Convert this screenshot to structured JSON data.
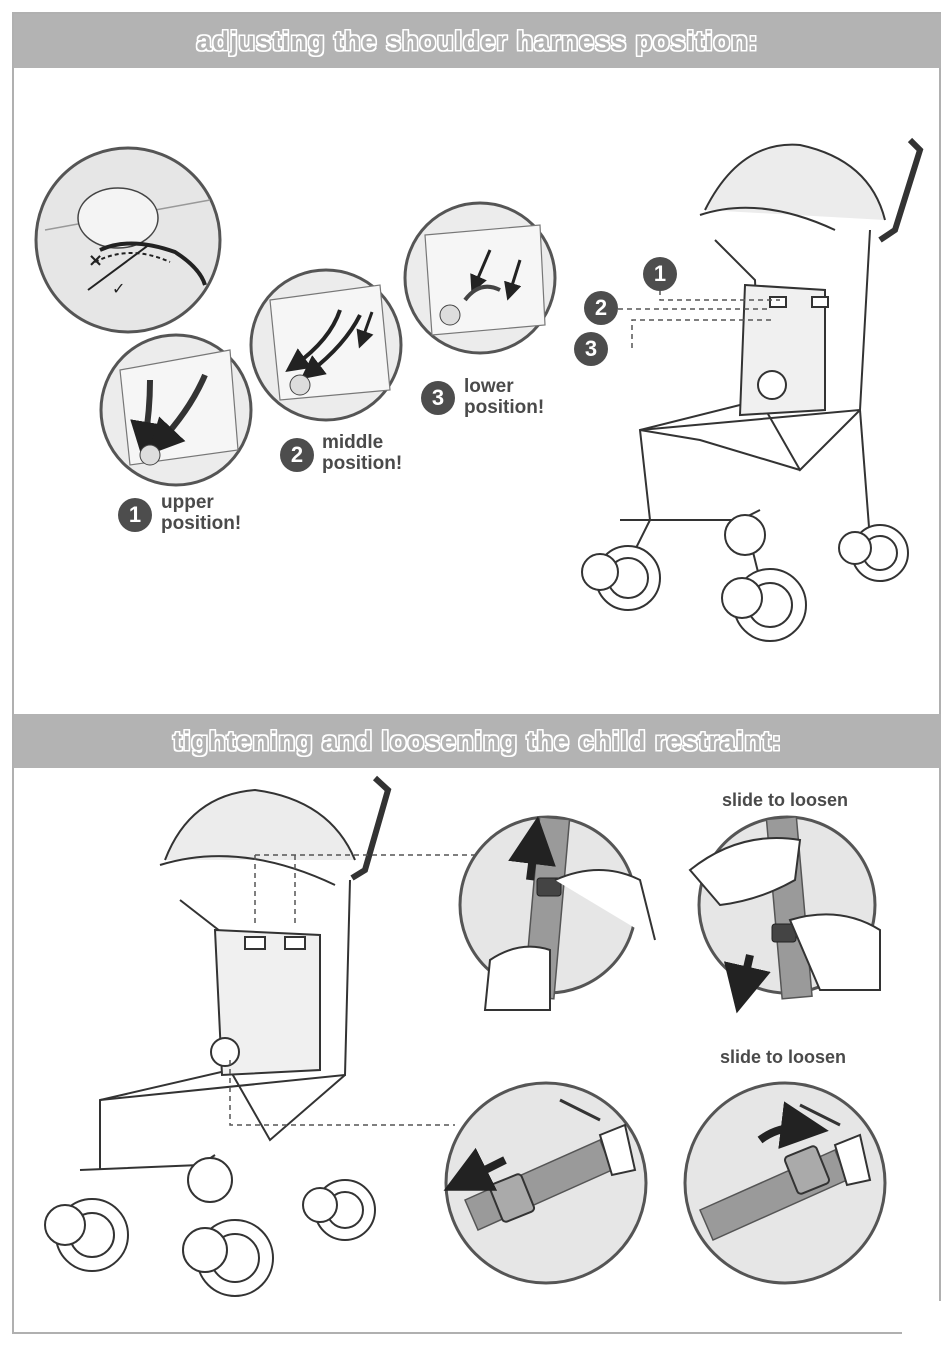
{
  "sections": [
    {
      "heading": "adjusting the shoulder harness position:"
    },
    {
      "heading": "tightening and loosening the child restraint:"
    }
  ],
  "positions": [
    {
      "number": "1",
      "label_line1": "upper",
      "label_line2": "position!"
    },
    {
      "number": "2",
      "label_line1": "middle",
      "label_line2": "position!"
    },
    {
      "number": "3",
      "label_line1": "lower",
      "label_line2": "position!"
    }
  ],
  "callouts": [
    "1",
    "2",
    "3"
  ],
  "captions": {
    "top": "slide to loosen",
    "bottom": "slide to loosen"
  },
  "colors": {
    "banner": "#b3b3b3",
    "badge": "#4d4d4d",
    "line_art": "#444444",
    "circle_fill": "#e6e6e6"
  }
}
